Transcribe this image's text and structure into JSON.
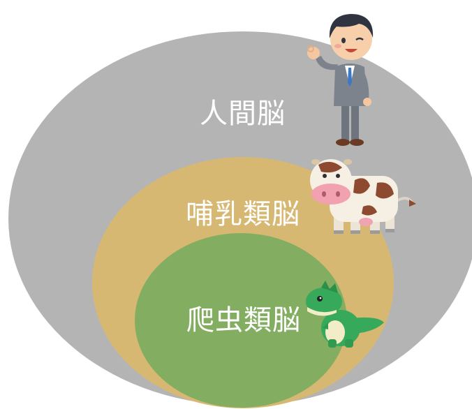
{
  "layers": {
    "outer": {
      "label": "人間脳",
      "color": "#b4b4b4"
    },
    "middle": {
      "label": "哺乳類脳",
      "color": "#d7b872"
    },
    "inner": {
      "label": "爬虫類脳",
      "color": "#83ae62"
    }
  },
  "illustrations": {
    "human": "businessman-illustration",
    "mammal": "cow-illustration",
    "reptile": "dinosaur-illustration"
  }
}
